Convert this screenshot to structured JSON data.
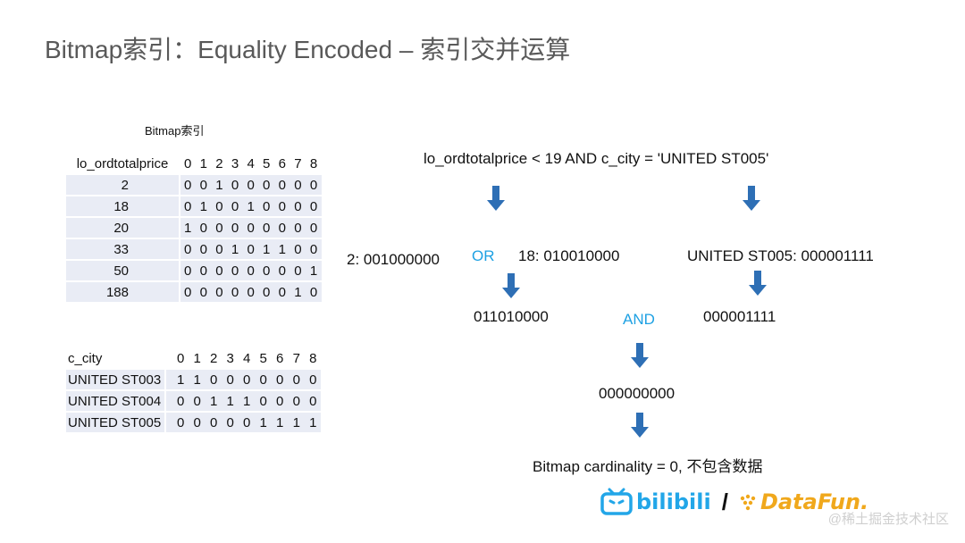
{
  "slide": {
    "title": "Bitmap索引：Equality Encoded – 索引交并运算",
    "bitmap_caption": "Bitmap索引"
  },
  "price_table": {
    "header_key": "lo_ordtotalprice",
    "header_bits": "0 1 2 3 4 5 6 7 8",
    "rows": [
      {
        "key": "2",
        "bits": "0 0 1 0 0 0 0 0 0"
      },
      {
        "key": "18",
        "bits": "0 1 0 0 1 0 0 0 0"
      },
      {
        "key": "20",
        "bits": "1 0 0 0 0 0 0 0 0"
      },
      {
        "key": "33",
        "bits": "0 0 0 1 0 1 1 0 0"
      },
      {
        "key": "50",
        "bits": "0 0 0 0 0 0 0 0 1"
      },
      {
        "key": "188",
        "bits": "0 0 0 0 0 0 0 1 0"
      }
    ]
  },
  "city_table": {
    "header_key": "c_city",
    "header_bits": "0 1 2 3 4 5 6 7 8",
    "rows": [
      {
        "key": "UNITED ST003",
        "bits": "1 1 0 0 0 0 0 0 0"
      },
      {
        "key": "UNITED ST004",
        "bits": "0 0 1 1 1 0 0 0 0"
      },
      {
        "key": "UNITED ST005",
        "bits": "0 0 0 0 0 1 1 1 1"
      }
    ]
  },
  "flow": {
    "query": "lo_ordtotalprice < 19 AND c_city = 'UNITED ST005'",
    "left_bitmap_a": "2: 001000000",
    "or_label": "OR",
    "left_bitmap_b": "18: 010010000",
    "right_bitmap": "UNITED ST005: 000001111",
    "or_result": "011010000",
    "and_label": "AND",
    "right_result": "000001111",
    "and_result": "000000000",
    "conclusion": "Bitmap cardinality = 0, 不包含数据"
  },
  "branding": {
    "bilibili": "bilibili",
    "separator": "/",
    "datafun": "DataFun.",
    "watermark": "@稀土掘金技术社区",
    "bilibili_color": "#22a6e8",
    "datafun_color": "#f0a81c"
  },
  "colors": {
    "arrow": "#2e6fb5",
    "op_label": "#1ea1e3",
    "table_fill": "#e9ecf5",
    "title": "#595959"
  }
}
